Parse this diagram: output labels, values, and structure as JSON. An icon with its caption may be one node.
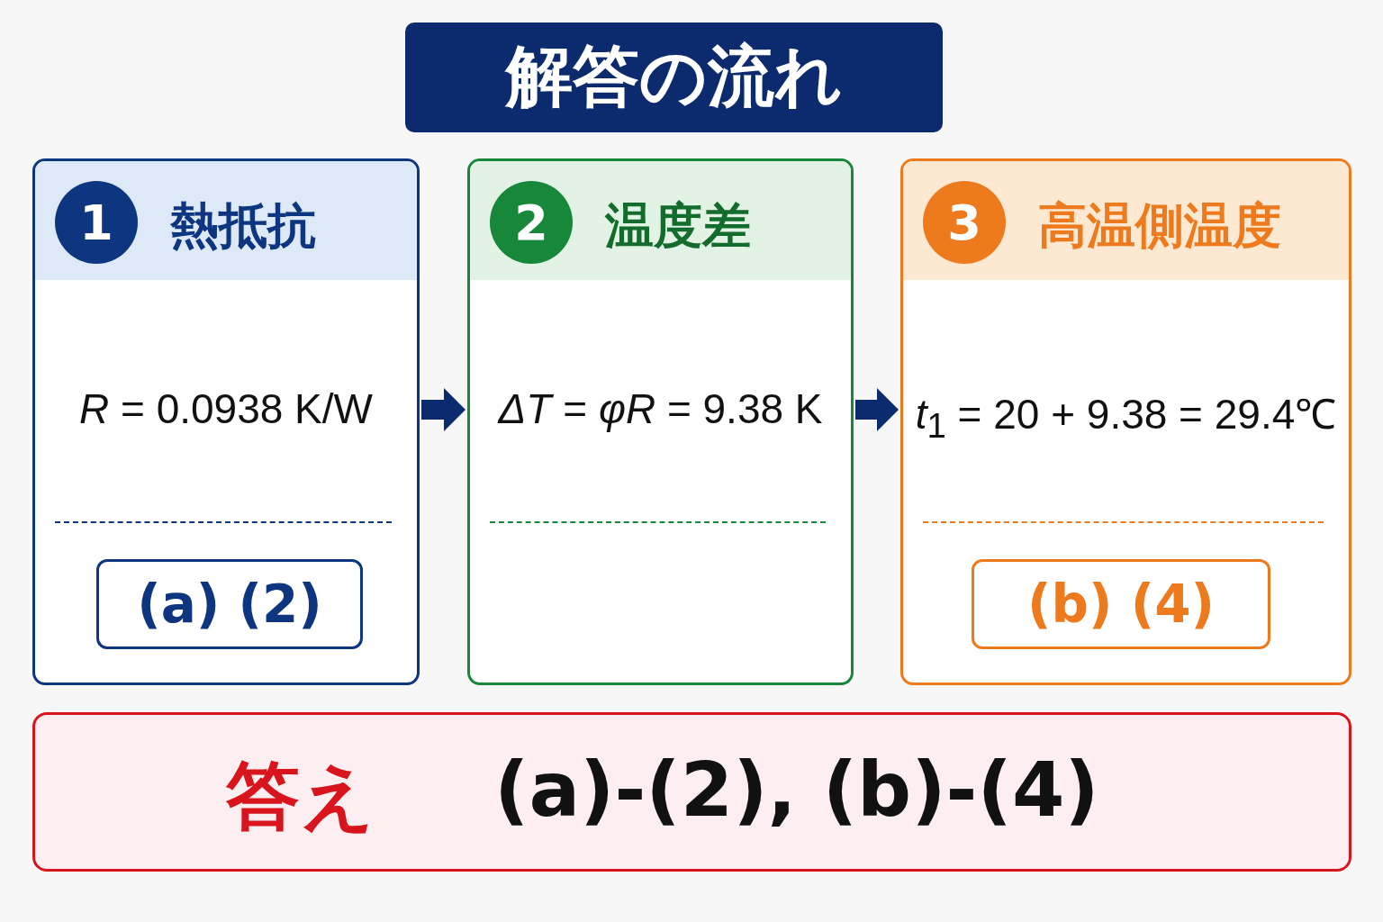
{
  "diagram": {
    "title": "解答の流れ",
    "nodes": [
      {
        "text": [
          "1",
          "熱抵抗",
          "*R* = 0.0938 K/W"
        ]
      },
      {
        "text": [
          "(a) (2)"
        ],
        "in": 0
      },
      {
        "text": [
          "2",
          "温度差",
          "*ΔT* = *φR* = 9.38 K"
        ]
      },
      {
        "text": [
          "3",
          "高温側温度",
          "*t*$_{1}$ = 20 + 9.38 = 29.4℃"
        ]
      },
      {
        "text": [
          "(b) (4)"
        ],
        "in": 3
      },
      {
        "text": [
          "答え",
          "(a)-(2), (b)-(4)"
        ]
      }
    ],
    "edges": [
      {
        "from": 0,
        "to": 2,
        "arrow": "to"
      },
      {
        "from": 2,
        "to": 3,
        "arrow": "to"
      }
    ]
  }
}
